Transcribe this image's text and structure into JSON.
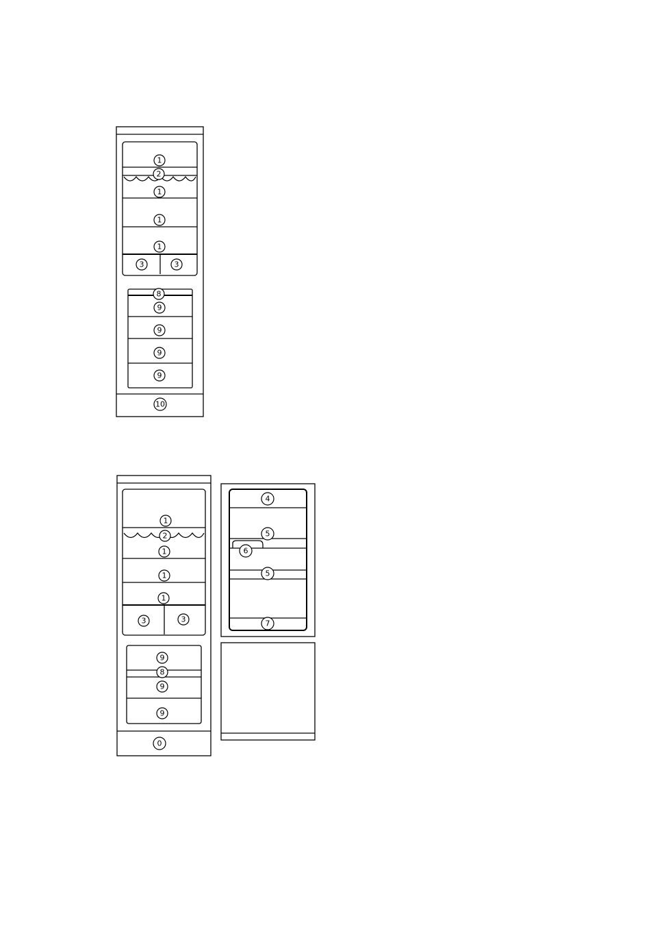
{
  "fridge_top": {
    "callouts": [
      {
        "id": "top-c1",
        "label": "1"
      },
      {
        "id": "top-c2",
        "label": "2"
      },
      {
        "id": "top-c3",
        "label": "1"
      },
      {
        "id": "top-c4",
        "label": "1"
      },
      {
        "id": "top-c5",
        "label": "1"
      },
      {
        "id": "top-c6",
        "label": "3"
      },
      {
        "id": "top-c7",
        "label": "3"
      },
      {
        "id": "top-c8",
        "label": "8"
      },
      {
        "id": "top-c9",
        "label": "9"
      },
      {
        "id": "top-c10",
        "label": "9"
      },
      {
        "id": "top-c11",
        "label": "9"
      },
      {
        "id": "top-c12",
        "label": "9"
      },
      {
        "id": "top-c13",
        "label": "10"
      }
    ]
  },
  "fridge_bottom": {
    "callouts": [
      {
        "id": "bot-c1",
        "label": "1"
      },
      {
        "id": "bot-c2",
        "label": "2"
      },
      {
        "id": "bot-c3",
        "label": "1"
      },
      {
        "id": "bot-c4",
        "label": "1"
      },
      {
        "id": "bot-c5",
        "label": "1"
      },
      {
        "id": "bot-c6",
        "label": "3"
      },
      {
        "id": "bot-c7",
        "label": "3"
      },
      {
        "id": "bot-c8",
        "label": "9"
      },
      {
        "id": "bot-c9",
        "label": "8"
      },
      {
        "id": "bot-c10",
        "label": "9"
      },
      {
        "id": "bot-c11",
        "label": "9"
      },
      {
        "id": "bot-c12",
        "label": "0"
      }
    ]
  },
  "door": {
    "callouts": [
      {
        "id": "door-c1",
        "label": "4"
      },
      {
        "id": "door-c2",
        "label": "5"
      },
      {
        "id": "door-c3",
        "label": "6"
      },
      {
        "id": "door-c4",
        "label": "5"
      },
      {
        "id": "door-c5",
        "label": "7"
      }
    ]
  }
}
